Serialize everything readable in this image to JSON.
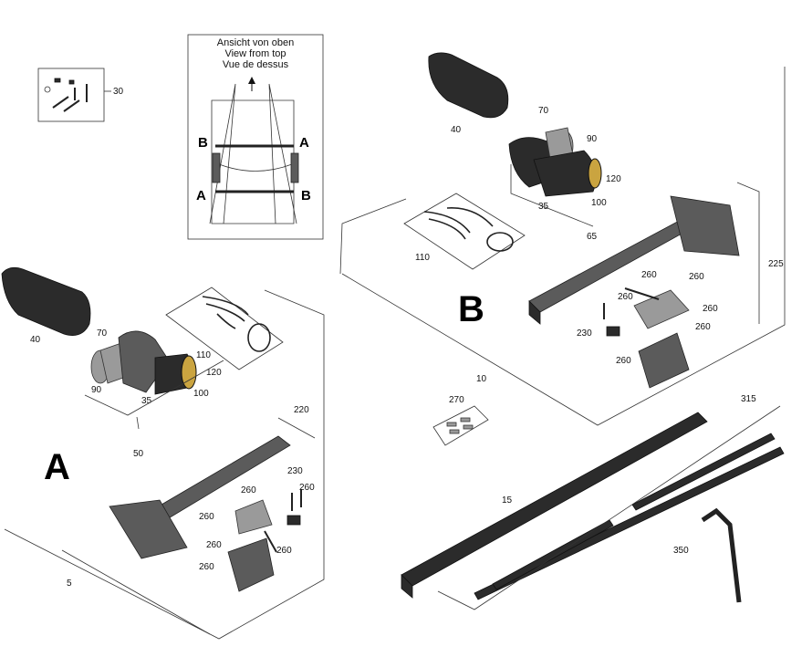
{
  "top_view_title": [
    "Ansicht von oben",
    "View from top",
    "Vue de dessus"
  ],
  "section_labels": {
    "a": "A",
    "b": "B"
  },
  "top_view_letters": {
    "a": "A",
    "b": "B"
  },
  "part_numbers": {
    "p30": "30",
    "p40": "40",
    "p70": "70",
    "p90": "90",
    "p120": "120",
    "p35": "35",
    "p100": "100",
    "p110": "110",
    "p50": "50",
    "p220": "220",
    "p230": "230",
    "p260": "260",
    "p5": "5",
    "p65": "65",
    "p225": "225",
    "p10": "10",
    "p270": "270",
    "p315": "315",
    "p15": "15",
    "p350": "350"
  }
}
